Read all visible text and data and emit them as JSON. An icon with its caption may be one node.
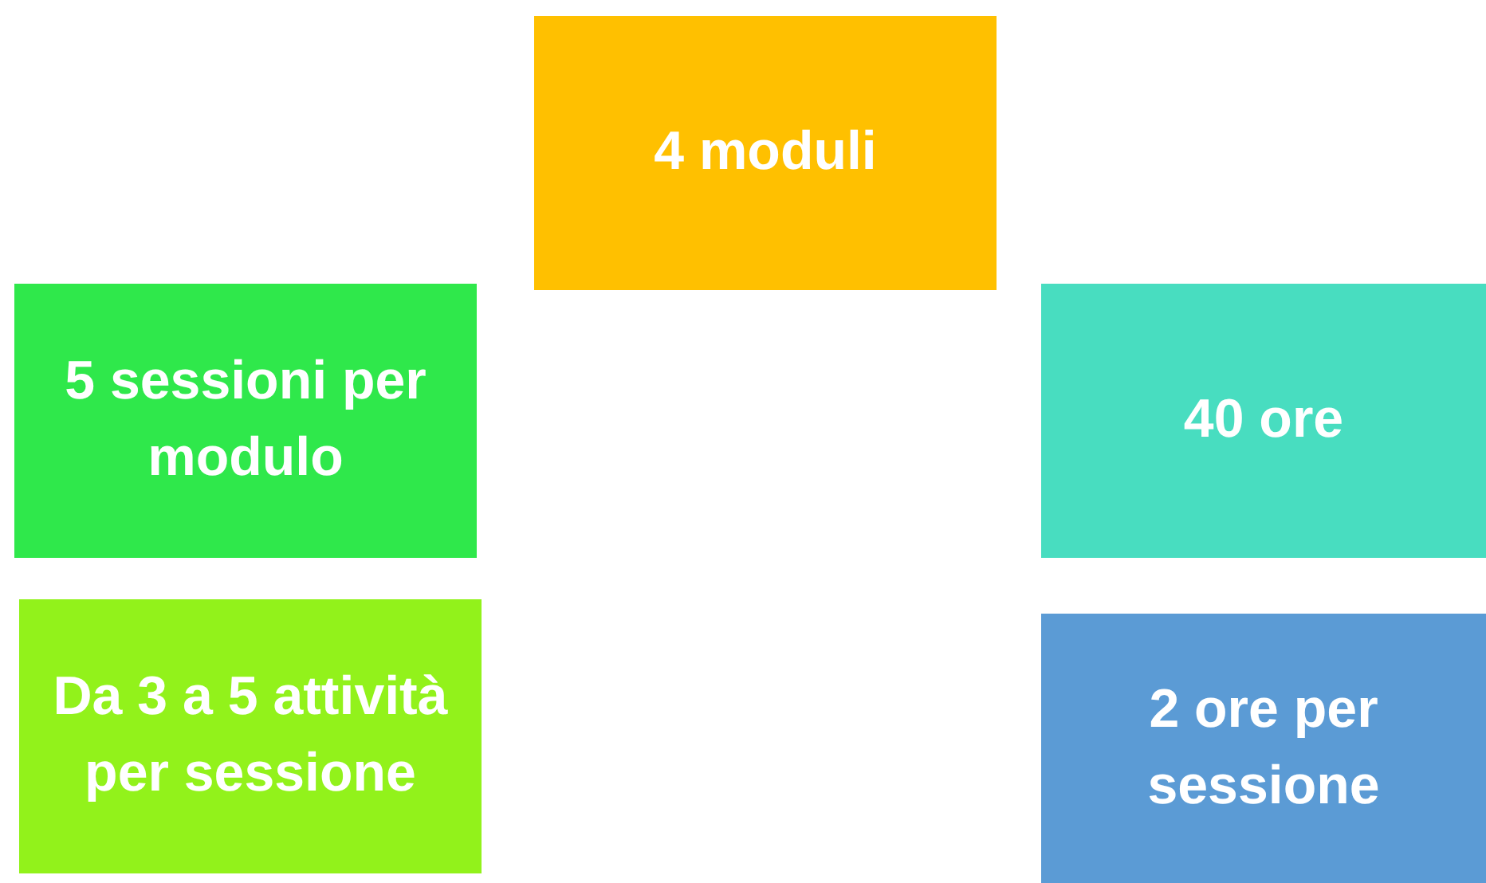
{
  "diagram": {
    "nodes": [
      {
        "text": [
          "4 moduli"
        ]
      },
      {
        "text": [
          "5 sessioni per modulo"
        ]
      },
      {
        "text": [
          "40 ore"
        ]
      },
      {
        "text": [
          "Da 3 a 5 attività per sessione"
        ]
      },
      {
        "text": [
          "2 ore per sessione"
        ]
      }
    ]
  }
}
